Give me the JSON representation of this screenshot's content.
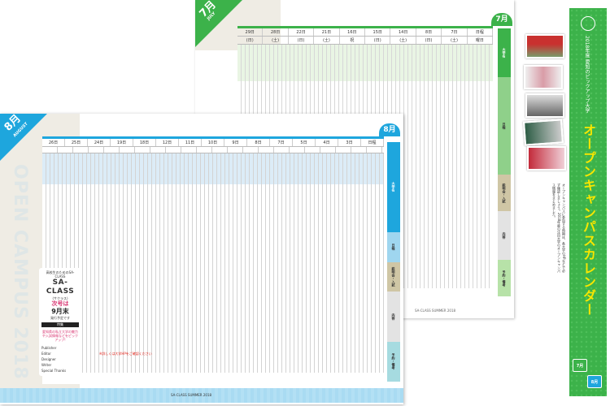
{
  "july_page": {
    "month_label": "7月",
    "month_en": "JULY",
    "dates": [
      "29日",
      "28日",
      "22日",
      "21日",
      "16日",
      "15日",
      "14日",
      "8日",
      "7日",
      "日程"
    ],
    "days": [
      "(日)",
      "(土)",
      "(日)",
      "(土)",
      "祝",
      "(日)",
      "(土)",
      "(日)",
      "(土)",
      "曜日"
    ],
    "side_labels": [
      "大学名",
      "日程",
      "説明会・入試",
      "内容",
      "予約・備考"
    ],
    "footer": "SA-CLASS SUMMER 2018"
  },
  "august_page": {
    "month_label": "8月",
    "month_en": "AUGUST",
    "watermark": "OPEN CAMPUS 2018",
    "dates": [
      "26日",
      "25日",
      "24日",
      "19日",
      "18日",
      "12日",
      "11日",
      "10日",
      "9日",
      "8日",
      "7日",
      "5日",
      "4日",
      "3日",
      "日程"
    ],
    "side_labels": [
      "大学名",
      "日程",
      "説明会・入試",
      "内容",
      "予約・備考"
    ],
    "red_note": "※詳しくは大学HPをご確認ください",
    "footer": "SA-CLASS SUMMER 2018"
  },
  "sa_class": {
    "kicker": "高校生のためのSA-CLASS",
    "name": "SA-CLASS",
    "reading": "(サクラス)",
    "next_issue": "次号は",
    "month": "9月末",
    "release": "発行予定です",
    "bar": "特集",
    "feature": "愛知県の私立大学の魅力や入試情報などをピックアップ!",
    "credits": [
      "Publisher",
      "Editor",
      "Designer",
      "Writer",
      "Special Thanks"
    ]
  },
  "cover": {
    "subtitle": "2018年度 愛知のピックアップ大学",
    "title": "オープンキャンパスカレンダー",
    "intro": "オープンキャンパスに参加する時期は、各大学のHPなどで必ず確認しましょう。2018年度の注目大学のオープンキャンパス情報をまとめました。",
    "badges": [
      "7月",
      "8月"
    ],
    "colors": {
      "green": "#3cb24a",
      "blue": "#1ea6dd",
      "yellow": "#f7e600"
    }
  }
}
